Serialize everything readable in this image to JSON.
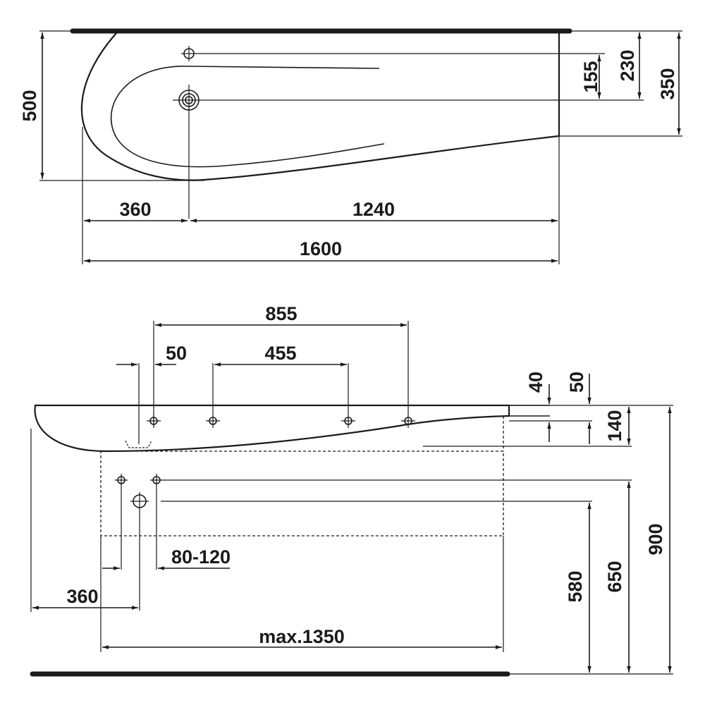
{
  "colors": {
    "ink": "#1a1a1a",
    "background": "#ffffff"
  },
  "top_view": {
    "dims": {
      "width_total": "1600",
      "left_offset": "360",
      "right_span": "1240",
      "depth": "500",
      "tap_hole_155": "155",
      "tap_hole_230": "230",
      "right_end": "350"
    }
  },
  "front_view": {
    "dims": {
      "span_855": "855",
      "span_455": "455",
      "offset_50": "50",
      "height_40": "40",
      "height_50": "50",
      "thickness_140": "140",
      "waste_range": "80-120",
      "left_360": "360",
      "max_width": "max.1350",
      "height_580": "580",
      "height_650": "650",
      "height_900": "900"
    }
  }
}
